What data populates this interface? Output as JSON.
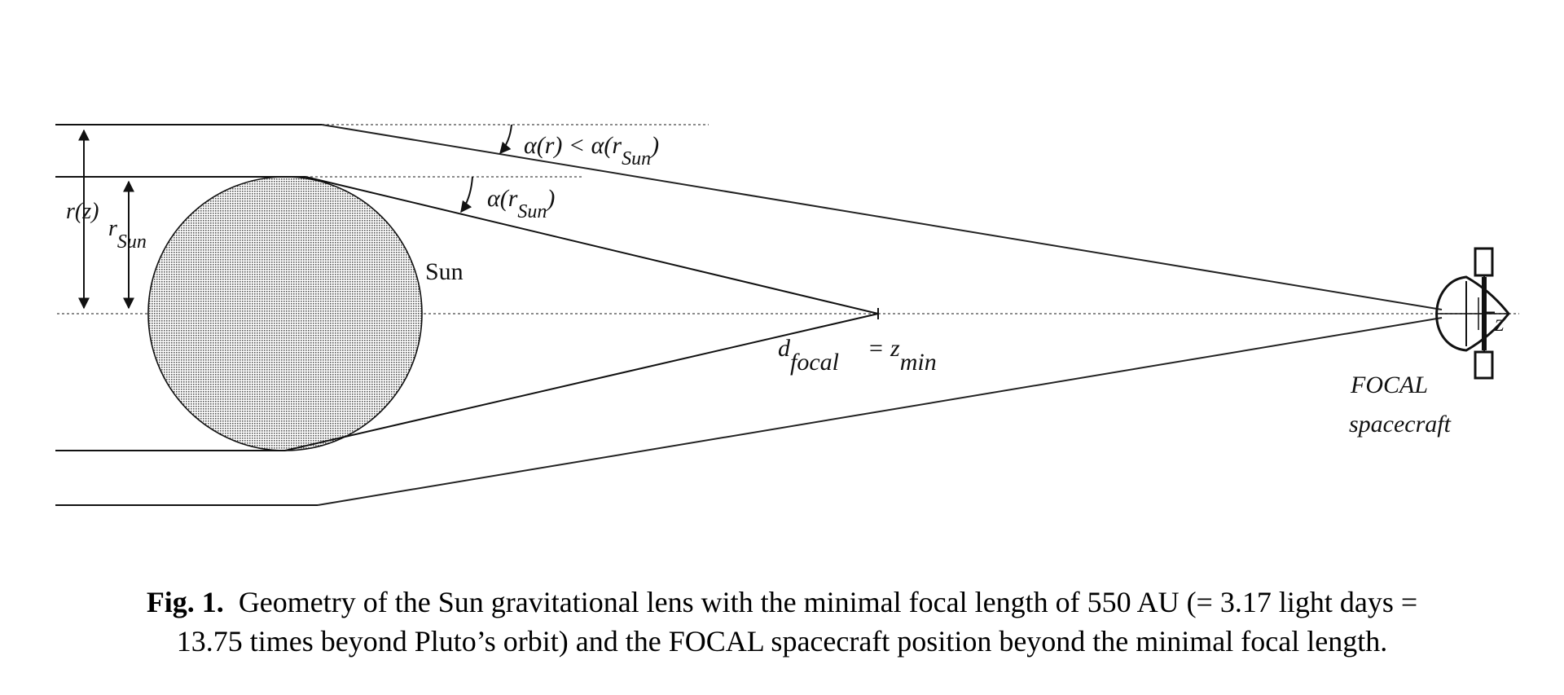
{
  "diagram": {
    "labels": {
      "alpha_r": "α(r) < α(r",
      "alpha_r_sub": "Sun",
      "alpha_r_close": ")",
      "alpha_sun": "α(r",
      "alpha_sun_sub": "Sun",
      "alpha_sun_close": ")",
      "r_z": "r(z)",
      "r_sun": "r",
      "r_sun_sub": "Sun",
      "sun": "Sun",
      "d_focal": "d",
      "d_focal_sub": "focal",
      "equals": "=",
      "z_min": "z",
      "z_min_sub": "min",
      "z_axis": "z",
      "spacecraft_line1": "FOCAL",
      "spacecraft_line2": "spacecraft"
    }
  },
  "caption": {
    "fig_label": "Fig. 1.",
    "line1": "Geometry of the Sun gravitational lens with the minimal focal length of 550 AU (= 3.17 light days =",
    "line2": "13.75 times beyond Pluto’s orbit) and the FOCAL spacecraft position beyond the minimal focal length."
  }
}
